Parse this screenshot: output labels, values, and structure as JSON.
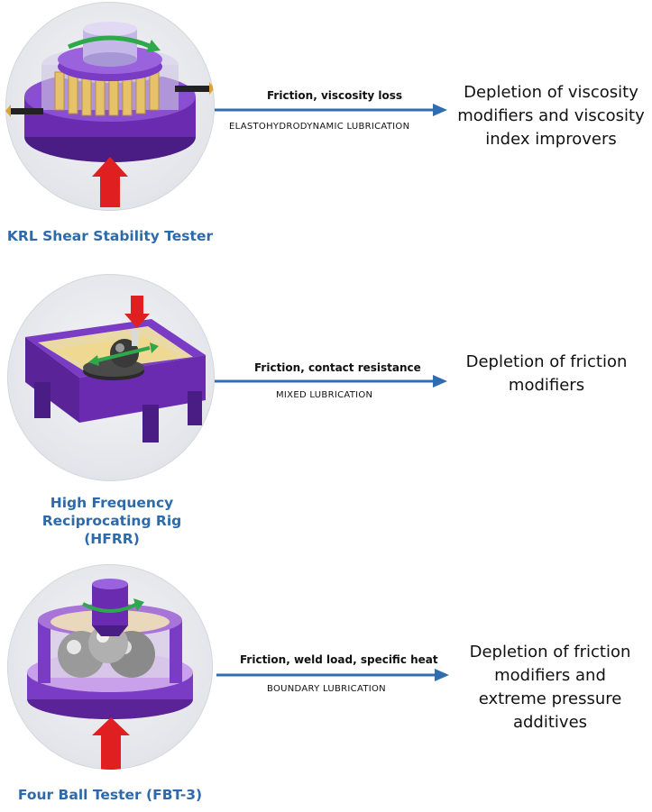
{
  "rows": [
    {
      "tester": "KRL Shear Stability Tester",
      "measurement": "Friction, viscosity loss",
      "regime": "ELASTOHYDRODYNAMIC LUBRICATION",
      "outcome": "Depletion of viscosity modifiers and viscosity index improvers"
    },
    {
      "tester": "High Frequency Reciprocating Rig (HFRR)",
      "measurement": "Friction, contact resistance",
      "regime": "MIXED LUBRICATION",
      "outcome": "Depletion of friction modifiers"
    },
    {
      "tester": "Four Ball Tester (FBT-3)",
      "measurement": "Friction, weld load, specific heat",
      "regime": "BOUNDARY LUBRICATION",
      "outcome": "Depletion of friction modifiers and extreme pressure additives"
    }
  ],
  "colors": {
    "tester_label": "#2e6aa9",
    "arrow": "#2f6db0",
    "device_purple": "#6a2bb0",
    "load_arrow": "#e02020",
    "rotation_arrow": "#2ea84a"
  }
}
